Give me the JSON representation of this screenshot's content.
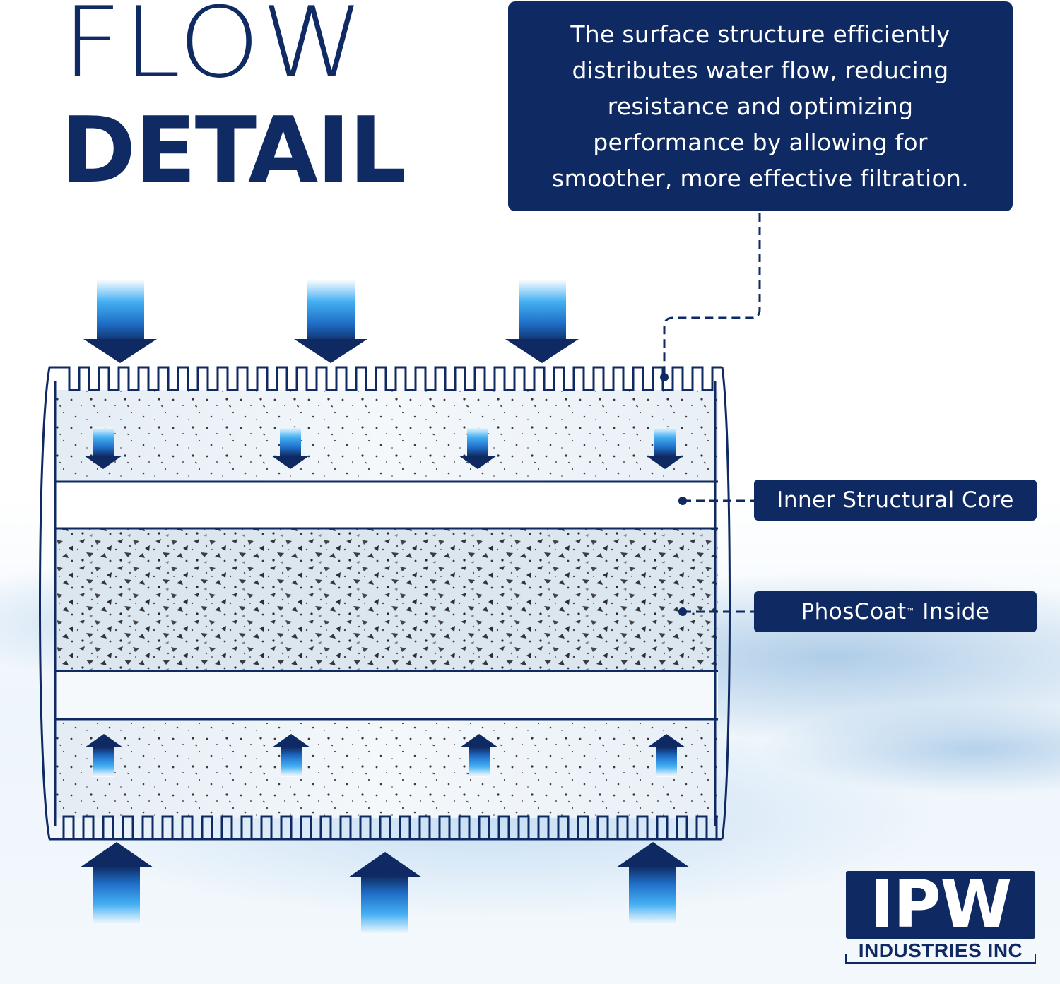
{
  "title": {
    "line1": "FLOW",
    "line2": "DETAIL"
  },
  "info_box": {
    "lines": [
      "The surface structure efficiently",
      "distributes water flow, reducing",
      "resistance and optimizing",
      "performance by allowing for",
      "smoother, more effective filtration."
    ]
  },
  "callouts": {
    "inner_core": "Inner Structural Core",
    "phoscoat": "PhosCoat",
    "phoscoat_tm": "™",
    "phoscoat_suffix": "Inside"
  },
  "logo": {
    "mark": "IPW",
    "subtitle": "INDUSTRIES INC"
  },
  "colors": {
    "navy": "#0f2a62",
    "arrow_blue": "#3aa6ef",
    "white": "#ffffff"
  }
}
